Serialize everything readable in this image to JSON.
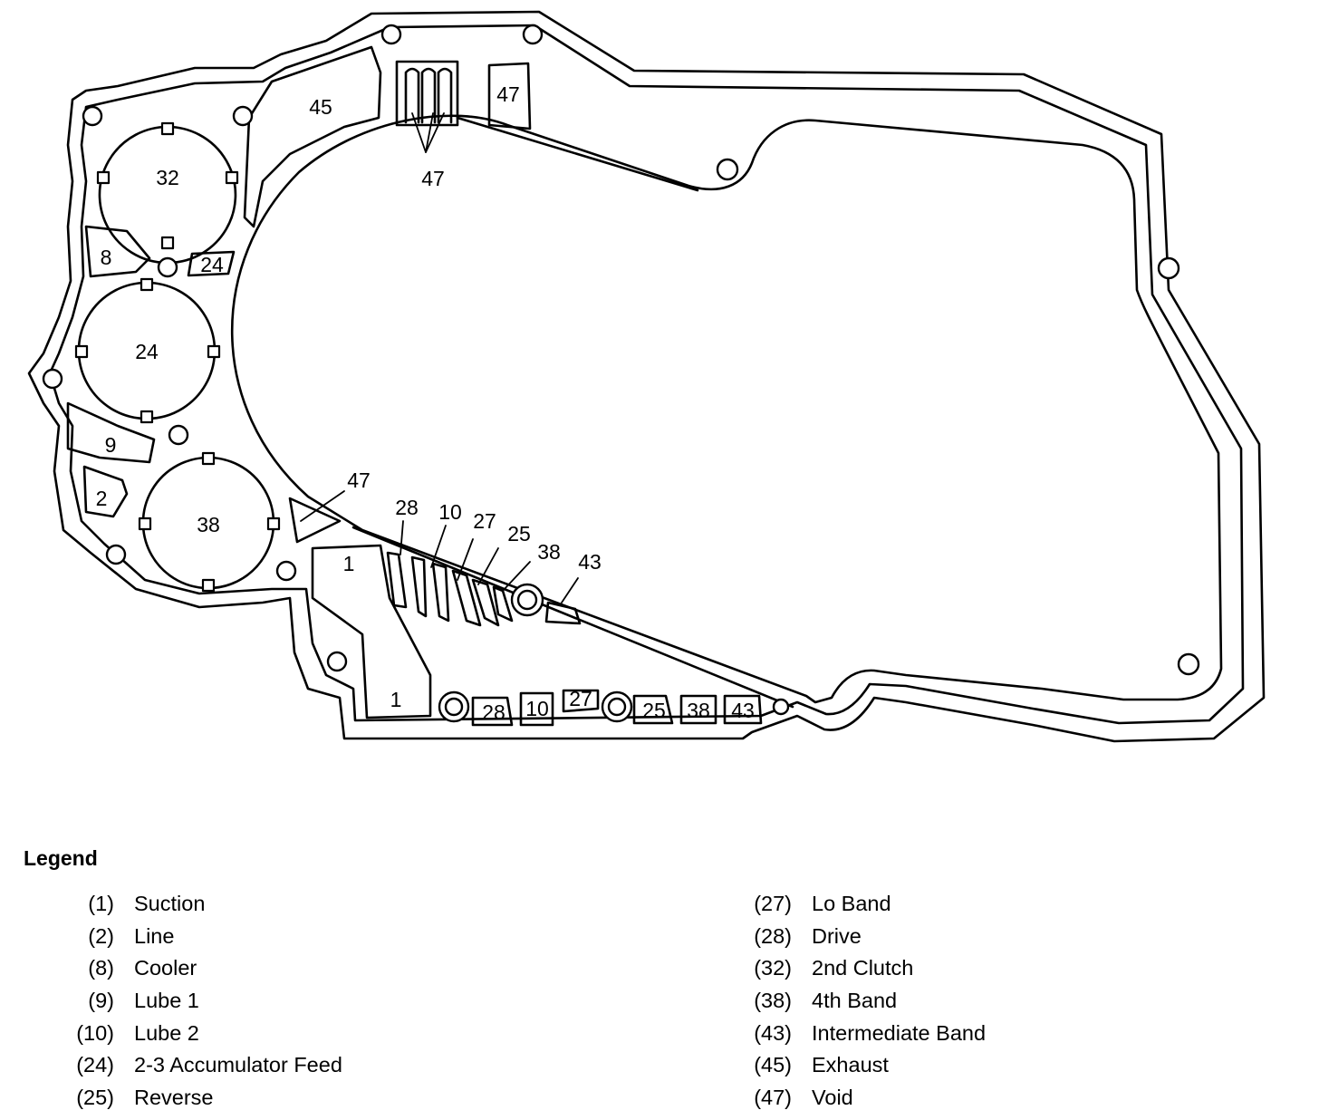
{
  "diagram": {
    "labels": {
      "c32": "32",
      "c24": "24",
      "c38": "38",
      "p45": "45",
      "p8": "8",
      "p24s": "24",
      "p9": "9",
      "p2": "2",
      "box47": "47",
      "call47top": "47",
      "call47mid": "47",
      "p1a": "1",
      "p1b": "1",
      "c28": "28",
      "c10": "10",
      "c27": "27",
      "c25": "25",
      "c38s": "38",
      "c43": "43",
      "b28": "28",
      "b10": "10",
      "b27": "27",
      "b25": "25",
      "b38": "38",
      "b43": "43"
    }
  },
  "legend": {
    "title": "Legend",
    "left": [
      {
        "num": "(1)",
        "label": "Suction"
      },
      {
        "num": "(2)",
        "label": "Line"
      },
      {
        "num": "(8)",
        "label": "Cooler"
      },
      {
        "num": "(9)",
        "label": "Lube 1"
      },
      {
        "num": "(10)",
        "label": "Lube 2"
      },
      {
        "num": "(24)",
        "label": "2-3 Accumulator Feed"
      },
      {
        "num": "(25)",
        "label": "Reverse"
      }
    ],
    "right": [
      {
        "num": "(27)",
        "label": "Lo Band"
      },
      {
        "num": "(28)",
        "label": "Drive"
      },
      {
        "num": "(32)",
        "label": "2nd Clutch"
      },
      {
        "num": "(38)",
        "label": "4th Band"
      },
      {
        "num": "(43)",
        "label": "Intermediate Band"
      },
      {
        "num": "(45)",
        "label": "Exhaust"
      },
      {
        "num": "(47)",
        "label": "Void"
      }
    ]
  }
}
